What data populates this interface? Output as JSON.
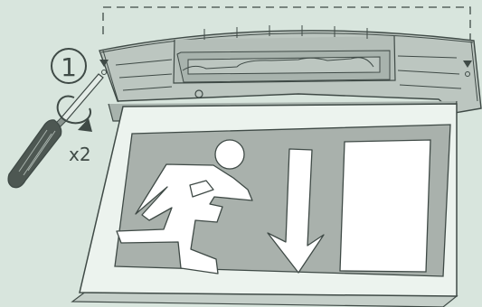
{
  "colors": {
    "background": "#d8e5dd",
    "outline": "#3f4a46",
    "housing": "#bcc6c0",
    "housing_dark": "#a8b3ad",
    "panel": "#ecf3ee",
    "pictogram_field": "#a9b1ac",
    "pictogram_symbol": "#ffffff",
    "screwdriver_handle": "#4d5752",
    "screwdriver_shaft": "#e4ece7"
  },
  "step": {
    "number": "1"
  },
  "annotation": {
    "repeat": "x2"
  },
  "icons": {
    "screwdriver": "screwdriver-icon",
    "rotation": "rotation-arrow-icon",
    "exit_sign": "running-man-exit-pictogram",
    "down_arrow": "down-arrow-icon",
    "screw_marker": "down-triangle-marker"
  }
}
